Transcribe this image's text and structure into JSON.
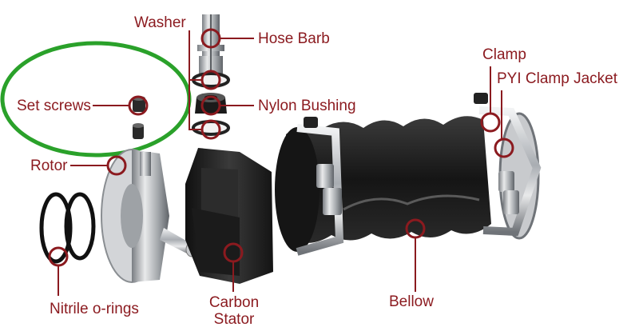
{
  "diagram": {
    "labels": {
      "washer": "Washer",
      "hose_barb": "Hose Barb",
      "clamp": "Clamp",
      "pyi_clamp_jacket": "PYI Clamp Jacket",
      "set_screws": "Set screws",
      "nylon_bushing": "Nylon Bushing",
      "rotor": "Rotor",
      "carbon_stator_line1": "Carbon",
      "carbon_stator_line2": "Stator",
      "nitrile_orings": "Nitrile o-rings",
      "bellow": "Bellow"
    },
    "colors": {
      "callout": "#8b1a1f",
      "highlight_ellipse": "#2aa12a",
      "carbon": "#232323",
      "metal": "#b9bcc0"
    }
  }
}
